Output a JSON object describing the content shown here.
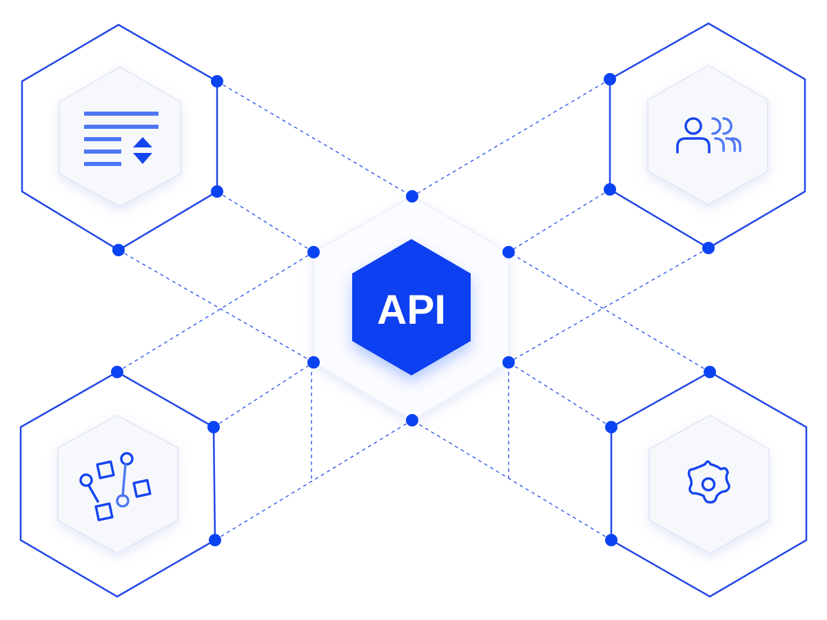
{
  "center": {
    "label": "API"
  },
  "colors": {
    "primary": "#1f47e6",
    "api_fill": "#0b3ff0",
    "dot": "#0a43f2",
    "icon_primary": "#1545f0",
    "icon_light": "#4d78f2"
  },
  "nodes": [
    {
      "id": "top-left",
      "icon": "sort-list-icon"
    },
    {
      "id": "top-right",
      "icon": "users-group-icon"
    },
    {
      "id": "bottom-left",
      "icon": "workflow-icon"
    },
    {
      "id": "bottom-right",
      "icon": "gear-icon"
    }
  ]
}
